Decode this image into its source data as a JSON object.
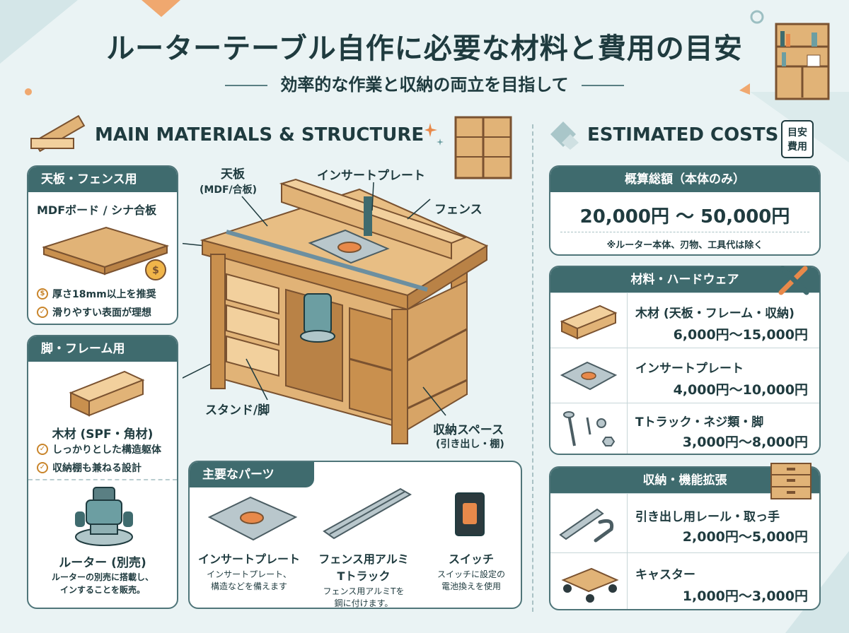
{
  "header": {
    "title": "ルーターテーブル自作に必要な材料と費用の目安",
    "subtitle": "効率的な作業と収納の両立を目指して"
  },
  "left_section": {
    "heading": "MAIN MATERIALS & STRUCTURE",
    "top_board_card": {
      "header": "天板・フェンス用",
      "material": "MDFボード / シナ合板",
      "points": [
        "厚さ18mm以上を推奨",
        "滑りやすい表面が理想"
      ]
    },
    "frame_card": {
      "header": "脚・フレーム用",
      "material": "木材 (SPF・角材)",
      "points": [
        "しっかりとした構造躯体",
        "収納棚も兼ねる設計"
      ],
      "router_name": "ルーター (別売)",
      "router_desc": [
        "ルーターの別売に搭載し、",
        "インすることを販売。"
      ]
    }
  },
  "callouts": {
    "top_board": "天板",
    "top_board_sub": "(MDF/合板)",
    "insert_plate": "インサートプレート",
    "fence": "フェンス",
    "stand": "スタンド/脚",
    "storage": "収納スペース",
    "storage_sub": "(引き出し・棚)"
  },
  "parts_card": {
    "header": "主要なパーツ",
    "parts": [
      {
        "name": "インサートプレート",
        "desc": [
          "インサートプレート、",
          "構造などを備えます"
        ]
      },
      {
        "name": "フェンス用アルミ",
        "name2": "Tトラック",
        "desc": [
          "フェンス用アルミTを",
          "鋼に付けます。"
        ]
      },
      {
        "name": "スイッチ",
        "desc": [
          "スイッチに設定の",
          "電池換えを使用"
        ]
      }
    ]
  },
  "right_section": {
    "heading": "ESTIMATED COSTS",
    "badge": [
      "目安",
      "費用"
    ],
    "total_card": {
      "header": "概算総額（本体のみ）",
      "range": "20,000円 ～ 50,000円",
      "note": "※ルーター本体、刃物、工具代は除く"
    },
    "hardware_card": {
      "header": "材料・ハードウェア",
      "rows": [
        {
          "name": "木材 (天板・フレーム・収納)",
          "price": "6,000円～15,000円"
        },
        {
          "name": "インサートプレート",
          "price": "4,000円～10,000円"
        },
        {
          "name": "Tトラック・ネジ類・脚",
          "price": "3,000円～8,000円"
        }
      ]
    },
    "storage_card": {
      "header": "収納・機能拡張",
      "rows": [
        {
          "name": "引き出し用レール・取っ手",
          "price": "2,000円～5,000円"
        },
        {
          "name": "キャスター",
          "price": "1,000円～3,000円"
        }
      ]
    }
  },
  "colors": {
    "accent": "#3f6b6e",
    "wood": "#e1b377",
    "wood_dark": "#b98246",
    "orange": "#e8894a",
    "background": "#eaf3f4"
  }
}
